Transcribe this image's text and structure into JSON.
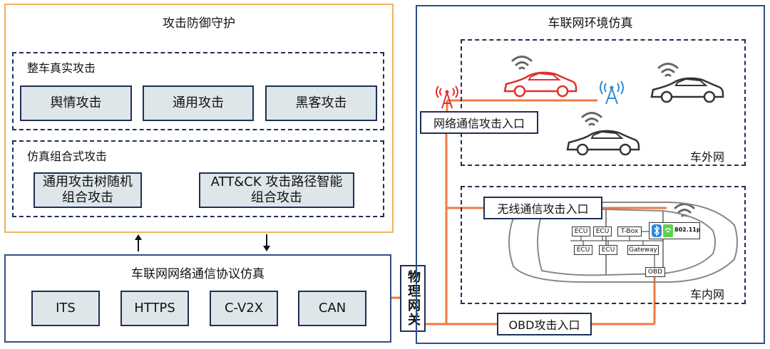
{
  "defense": {
    "title": "攻击防御守护",
    "real_attack": {
      "title": "整车真实攻击",
      "items": [
        "舆情攻击",
        "通用攻击",
        "黑客攻击"
      ]
    },
    "sim_attack": {
      "title": "仿真组合式攻击",
      "items": [
        "通用攻击树随机组合攻击",
        "ATT&CK 攻击路径智能组合攻击"
      ]
    }
  },
  "protocol": {
    "title": "车联网网络通信协议仿真",
    "items": [
      "ITS",
      "HTTPS",
      "C-V2X",
      "CAN"
    ]
  },
  "gateway": {
    "label": "物理网关"
  },
  "environment": {
    "title": "车联网环境仿真",
    "external_label": "车外网",
    "internal_label": "车内网",
    "network_entry": "网络通信攻击入口",
    "wireless_entry": "无线通信攻击入口",
    "obd_entry": "OBD攻击入口",
    "modules": [
      "ECU",
      "ECU",
      "T-Box",
      "ECU",
      "ECU",
      "Gateway",
      "OBD"
    ],
    "wifi_label": "802.11p"
  },
  "colors": {
    "orange_border": "#f0b35e",
    "blue_border": "#2d4f86",
    "dash": "#1f2f57",
    "box_fill": "#dfe6ea",
    "line": "#ef7b43",
    "red_car": "#e0302a"
  },
  "icons": [
    "arrow-up-icon",
    "arrow-down-icon",
    "cell-tower-icon",
    "antenna-icon",
    "wifi-icon",
    "car-icon",
    "bluetooth-icon"
  ]
}
